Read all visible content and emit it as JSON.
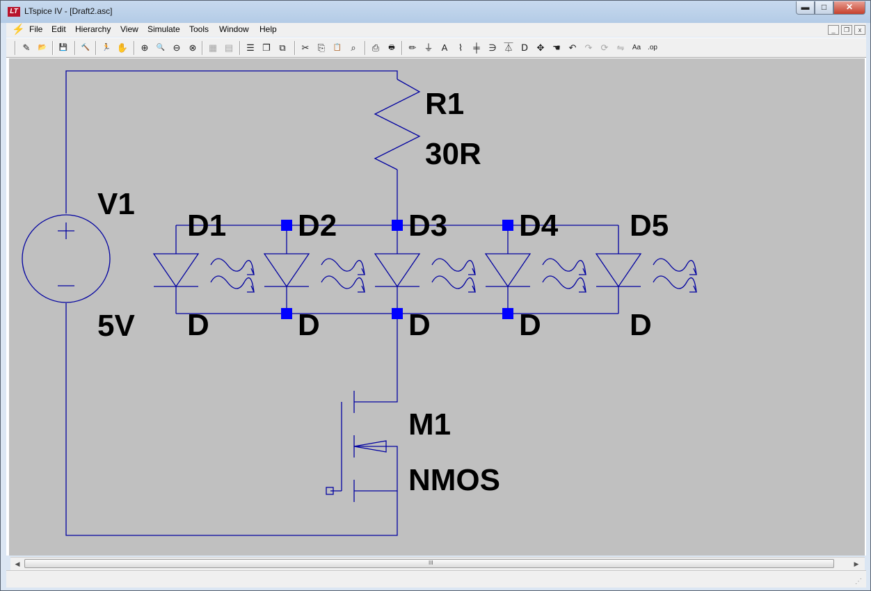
{
  "window": {
    "title": "LTspice IV - [Draft2.asc]",
    "app_icon": "LT",
    "min_glyph": "▬",
    "max_glyph": "□",
    "close_glyph": "✕"
  },
  "menubar": {
    "items": [
      "File",
      "Edit",
      "Hierarchy",
      "View",
      "Simulate",
      "Tools",
      "Window",
      "Help"
    ],
    "mdi_min": "_",
    "mdi_restore": "❐",
    "mdi_close": "x"
  },
  "toolbar": {
    "icons": [
      {
        "name": "new-schematic-icon",
        "glyph": "✎"
      },
      {
        "name": "open-icon",
        "glyph": "📂"
      },
      {
        "name": "save-icon",
        "glyph": "💾"
      },
      {
        "name": "control-panel-icon",
        "glyph": "🔨"
      },
      {
        "name": "run-icon",
        "glyph": "🏃"
      },
      {
        "name": "halt-icon",
        "glyph": "✋",
        "disabled": true
      },
      {
        "name": "zoom-in-icon",
        "glyph": "⊕"
      },
      {
        "name": "zoom-pan-icon",
        "glyph": "🔍"
      },
      {
        "name": "zoom-out-icon",
        "glyph": "⊖"
      },
      {
        "name": "zoom-fit-icon",
        "glyph": "⊗"
      },
      {
        "name": "autoscale-icon",
        "glyph": "▦",
        "disabled": true
      },
      {
        "name": "delete-trace-icon",
        "glyph": "▤",
        "disabled": true
      },
      {
        "name": "tile-horizontal-icon",
        "glyph": "☰"
      },
      {
        "name": "cascade-icon",
        "glyph": "❐"
      },
      {
        "name": "tile-vertical-icon",
        "glyph": "⧉"
      },
      {
        "name": "cut-icon",
        "glyph": "✂"
      },
      {
        "name": "copy-icon",
        "glyph": "⎘"
      },
      {
        "name": "paste-icon",
        "glyph": "📋"
      },
      {
        "name": "find-icon",
        "glyph": "⌕"
      },
      {
        "name": "print-setup-icon",
        "glyph": "⎙"
      },
      {
        "name": "print-icon",
        "glyph": "🖶"
      },
      {
        "name": "draw-wire-icon",
        "glyph": "✏"
      },
      {
        "name": "ground-icon",
        "glyph": "⏚"
      },
      {
        "name": "label-net-icon",
        "glyph": "A"
      },
      {
        "name": "resistor-icon",
        "glyph": "⌇"
      },
      {
        "name": "capacitor-icon",
        "glyph": "╪"
      },
      {
        "name": "inductor-icon",
        "glyph": "∋"
      },
      {
        "name": "diode-icon",
        "glyph": "⏄"
      },
      {
        "name": "component-icon",
        "glyph": "ᗞ"
      },
      {
        "name": "move-icon",
        "glyph": "✥"
      },
      {
        "name": "drag-icon",
        "glyph": "☚"
      },
      {
        "name": "undo-icon",
        "glyph": "↶"
      },
      {
        "name": "redo-icon",
        "glyph": "↷",
        "disabled": true
      },
      {
        "name": "rotate-icon",
        "glyph": "⟳",
        "disabled": true
      },
      {
        "name": "mirror-icon",
        "glyph": "⇋",
        "disabled": true
      },
      {
        "name": "text-icon",
        "glyph": "Aa"
      },
      {
        "name": "spice-directive-icon",
        "glyph": ".op"
      }
    ]
  },
  "schematic": {
    "components": {
      "v1": {
        "name": "V1",
        "value": "5V"
      },
      "r1": {
        "name": "R1",
        "value": "30R"
      },
      "m1": {
        "name": "M1",
        "value": "NMOS"
      },
      "diodes": [
        {
          "name": "D1",
          "value": "D"
        },
        {
          "name": "D2",
          "value": "D"
        },
        {
          "name": "D3",
          "value": "D"
        },
        {
          "name": "D4",
          "value": "D"
        },
        {
          "name": "D5",
          "value": "D"
        }
      ]
    },
    "colors": {
      "background": "#c0c0c0",
      "wire": "#0000a0",
      "junction": "#0000ff",
      "text": "#000000"
    }
  },
  "scrollbar": {
    "left_arrow": "◀",
    "right_arrow": "▶",
    "grip": "III"
  },
  "status": {
    "text": ""
  }
}
